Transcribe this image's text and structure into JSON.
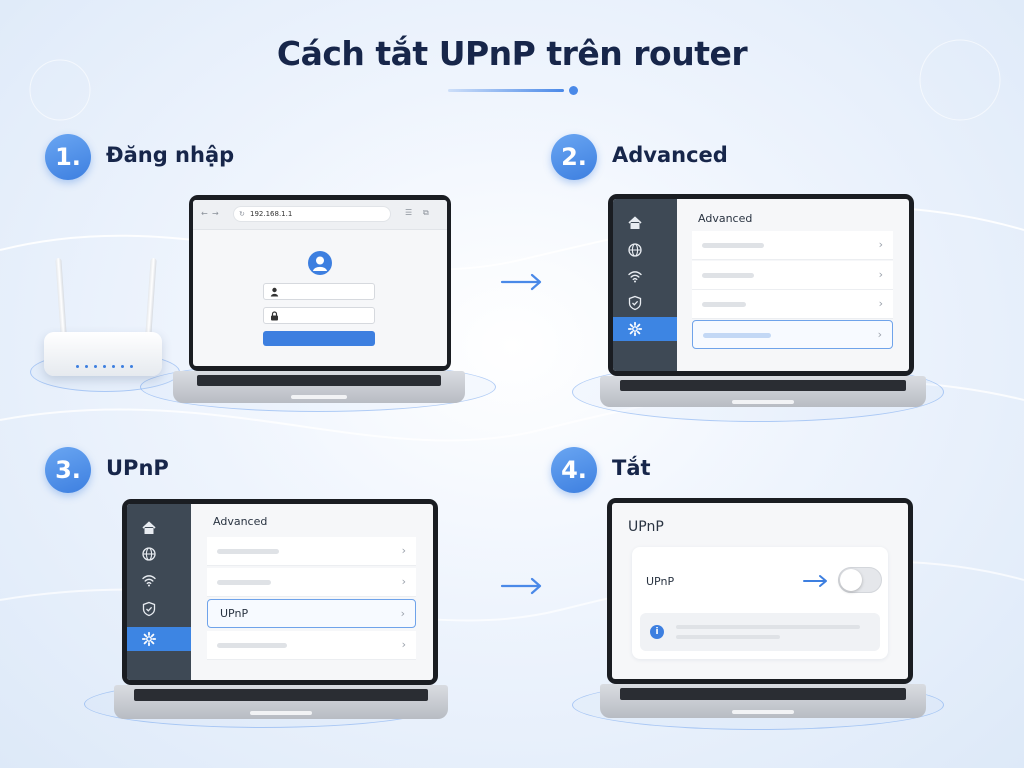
{
  "title": "Cách tắt UPnP trên router",
  "steps": [
    {
      "number": "1.",
      "label": "Đăng nhập"
    },
    {
      "number": "2.",
      "label": "Advanced"
    },
    {
      "number": "3.",
      "label": "UPnP"
    },
    {
      "number": "4.",
      "label": "Tắt"
    }
  ],
  "login": {
    "url": "192.168.1.1"
  },
  "advanced_panel": {
    "title": "Advanced"
  },
  "upnp_menu": {
    "title": "Advanced",
    "selected_item": "UPnP"
  },
  "upnp_settings": {
    "title": "UPnP",
    "toggle_label": "UPnP",
    "toggle_on": false,
    "info_icon": "i"
  },
  "colors": {
    "accent": "#3d7fe0",
    "sidebar": "#3e4955",
    "title": "#17264a"
  },
  "icons": [
    "home-icon",
    "globe-icon",
    "wifi-icon",
    "shield-icon",
    "gear-icon",
    "user-icon",
    "lock-icon",
    "chevron-right-icon",
    "arrow-right-icon",
    "info-icon"
  ]
}
